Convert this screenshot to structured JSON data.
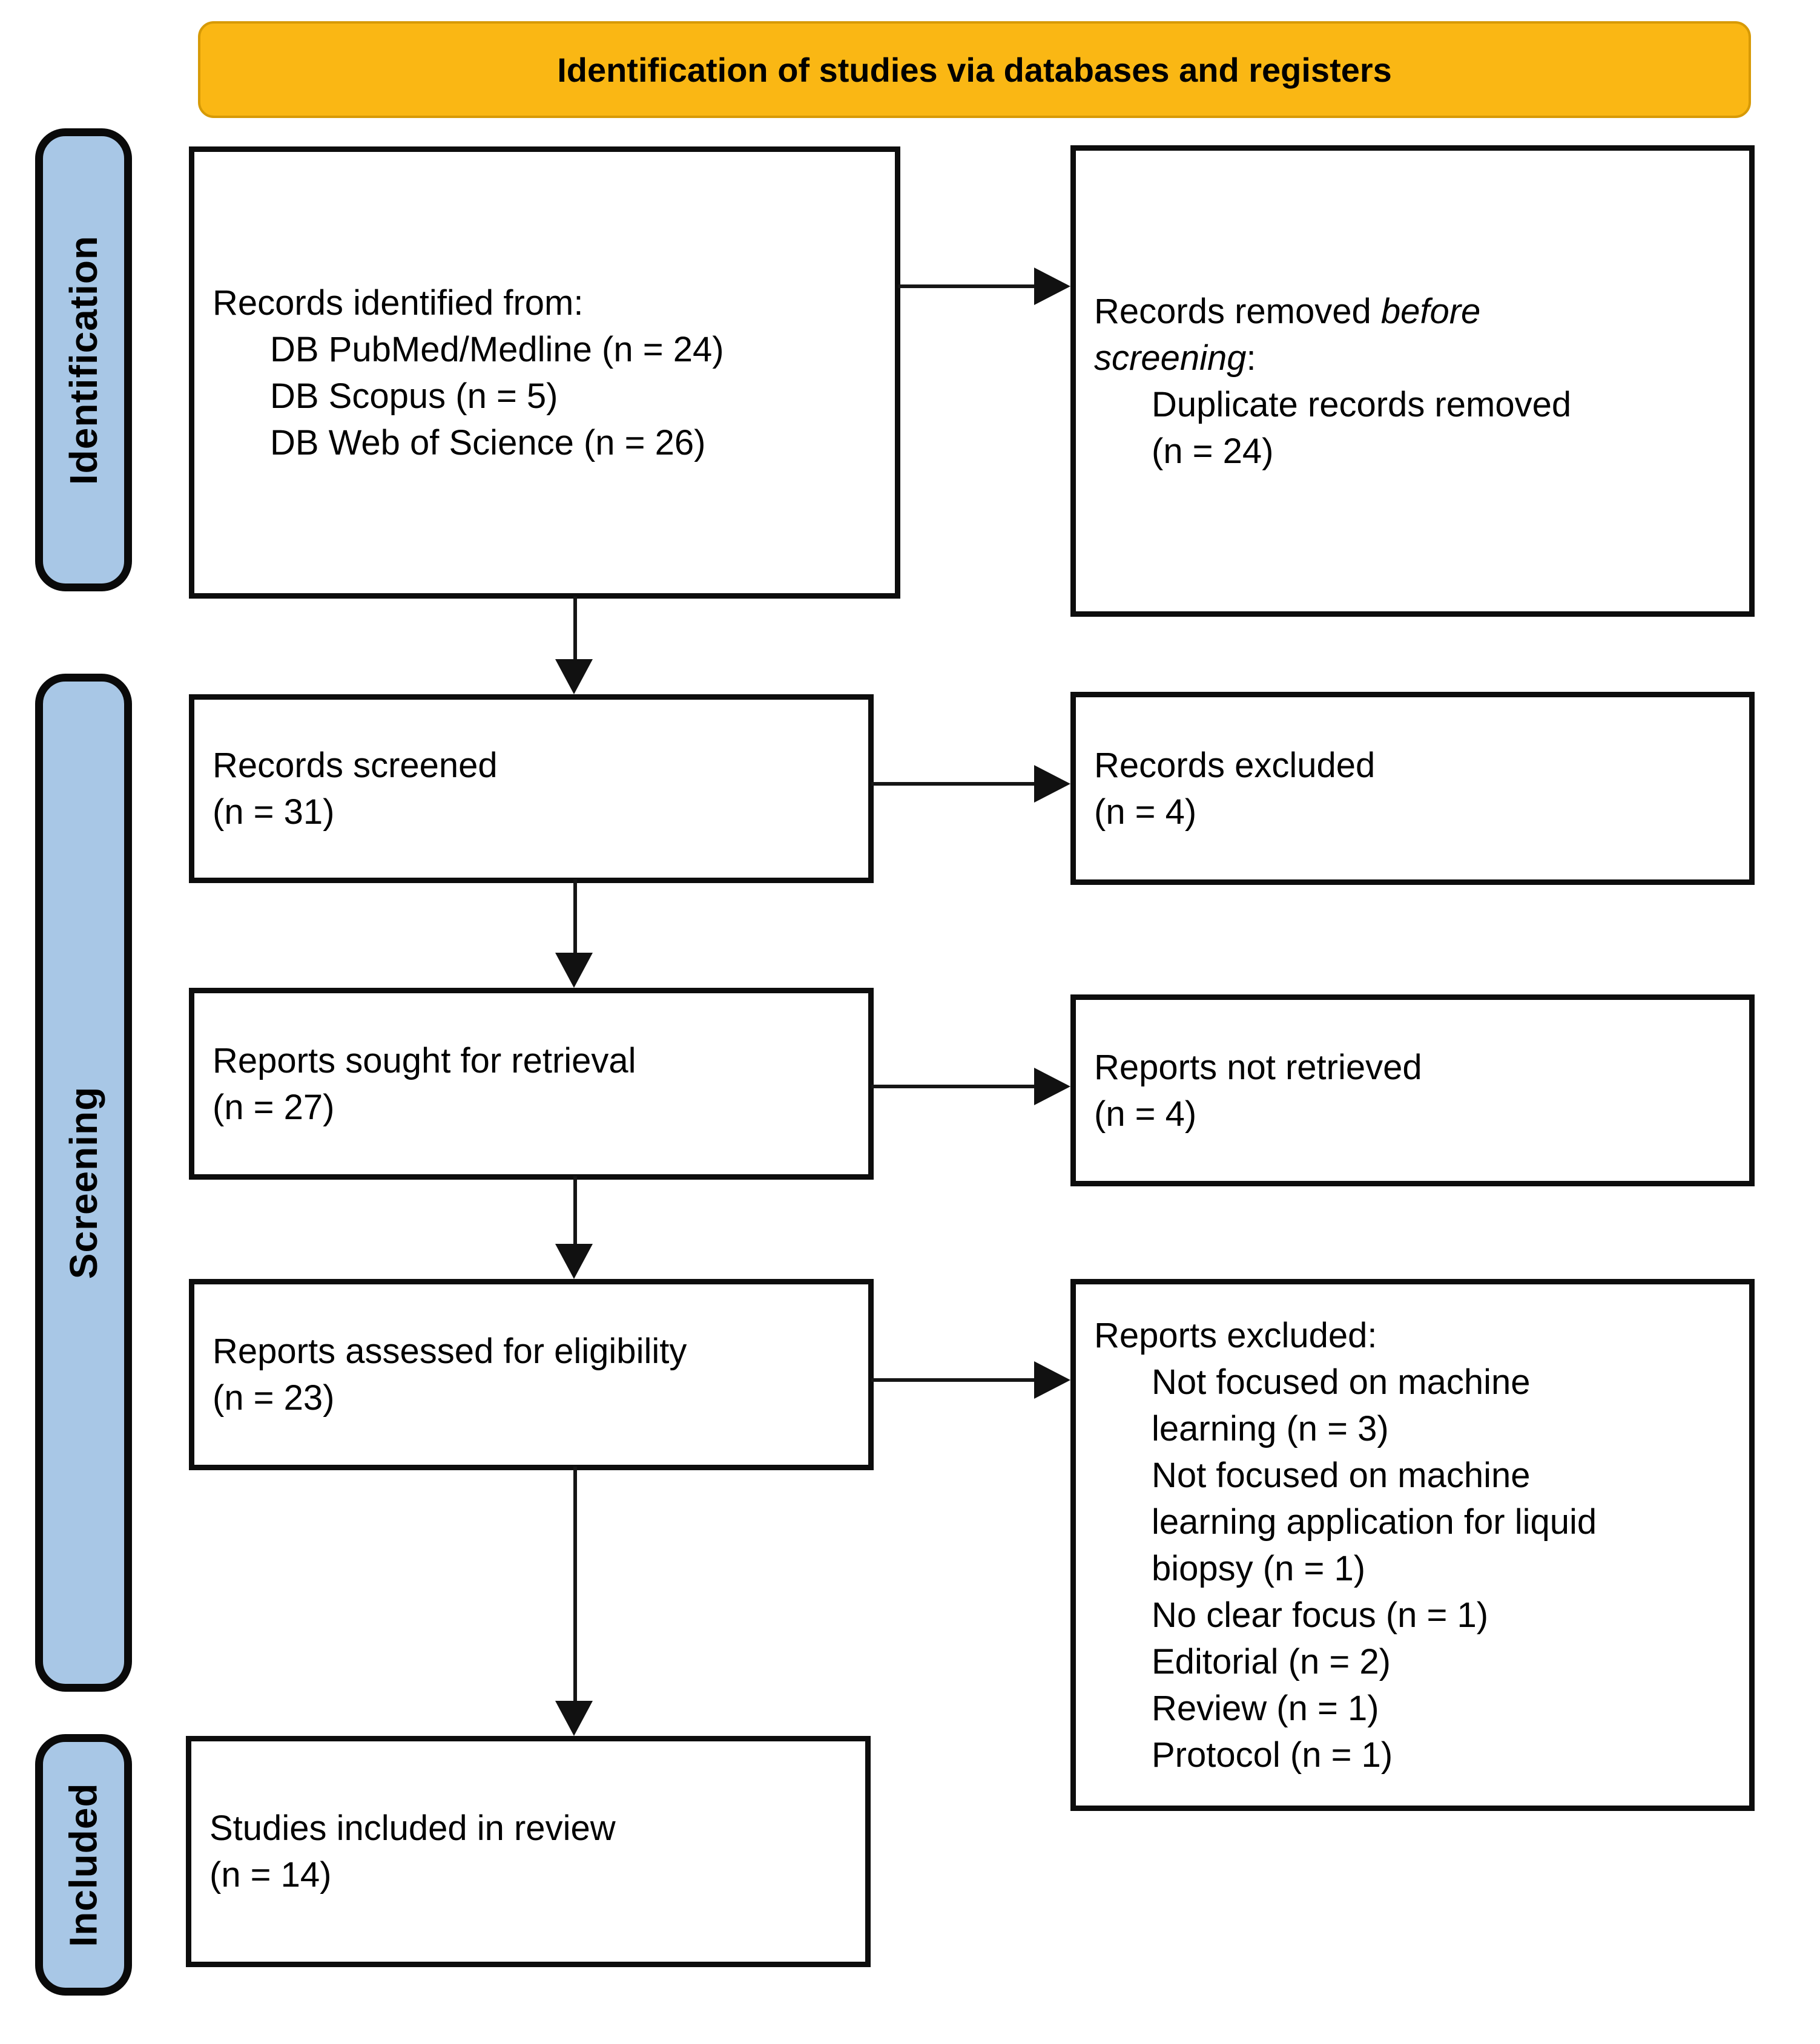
{
  "banner": {
    "label": "Identification of studies via databases and registers",
    "bg": "#FAB714"
  },
  "sidebar": {
    "bg": "#A8C7E6",
    "stages": [
      {
        "label": "Identification"
      },
      {
        "label": "Screening"
      },
      {
        "label": "Included"
      }
    ]
  },
  "flow": {
    "records_identified": {
      "lines": [
        {
          "ind": 0,
          "parts": [
            {
              "t": "Records identified from:"
            }
          ]
        },
        {
          "ind": 1,
          "parts": [
            {
              "t": "DB PubMed/Medline (n = 24)"
            }
          ]
        },
        {
          "ind": 1,
          "parts": [
            {
              "t": "DB Scopus (n = 5)"
            }
          ]
        },
        {
          "ind": 1,
          "parts": [
            {
              "t": "DB Web of Science (n = 26)"
            }
          ]
        }
      ]
    },
    "records_removed": {
      "lines": [
        {
          "ind": 0,
          "parts": [
            {
              "t": "Records removed "
            },
            {
              "t": "before",
              "i": 1
            }
          ]
        },
        {
          "ind": 0,
          "parts": [
            {
              "t": "screening",
              "i": 1
            },
            {
              "t": ":"
            }
          ]
        },
        {
          "ind": 1,
          "parts": [
            {
              "t": "Duplicate records removed"
            }
          ]
        },
        {
          "ind": 1,
          "parts": [
            {
              "t": "(n = 24)"
            }
          ]
        }
      ]
    },
    "records_screened": {
      "lines": [
        {
          "ind": 0,
          "parts": [
            {
              "t": "Records screened"
            }
          ]
        },
        {
          "ind": 0,
          "parts": [
            {
              "t": "(n = 31)"
            }
          ]
        }
      ]
    },
    "records_excluded": {
      "lines": [
        {
          "ind": 0,
          "parts": [
            {
              "t": "Records excluded"
            }
          ]
        },
        {
          "ind": 0,
          "parts": [
            {
              "t": "(n = 4)"
            }
          ]
        }
      ]
    },
    "reports_sought": {
      "lines": [
        {
          "ind": 0,
          "parts": [
            {
              "t": "Reports sought for retrieval"
            }
          ]
        },
        {
          "ind": 0,
          "parts": [
            {
              "t": "(n = 27)"
            }
          ]
        }
      ]
    },
    "reports_not_retrieved": {
      "lines": [
        {
          "ind": 0,
          "parts": [
            {
              "t": "Reports not retrieved"
            }
          ]
        },
        {
          "ind": 0,
          "parts": [
            {
              "t": "(n = 4)"
            }
          ]
        }
      ]
    },
    "reports_assessed": {
      "lines": [
        {
          "ind": 0,
          "parts": [
            {
              "t": "Reports assessed for eligibility"
            }
          ]
        },
        {
          "ind": 0,
          "parts": [
            {
              "t": "(n = 23)"
            }
          ]
        }
      ]
    },
    "reports_excluded": {
      "lines": [
        {
          "ind": 0,
          "parts": [
            {
              "t": "Reports excluded:"
            }
          ]
        },
        {
          "ind": 1,
          "parts": [
            {
              "t": "Not focused on machine"
            }
          ]
        },
        {
          "ind": 1,
          "parts": [
            {
              "t": "learning (n = 3)"
            }
          ]
        },
        {
          "ind": 1,
          "parts": [
            {
              "t": "Not focused on machine"
            }
          ]
        },
        {
          "ind": 1,
          "parts": [
            {
              "t": "learning application for liquid"
            }
          ]
        },
        {
          "ind": 1,
          "parts": [
            {
              "t": "biopsy (n = 1)"
            }
          ]
        },
        {
          "ind": 1,
          "parts": [
            {
              "t": "No clear focus (n = 1)"
            }
          ]
        },
        {
          "ind": 1,
          "parts": [
            {
              "t": "Editorial (n = 2)"
            }
          ]
        },
        {
          "ind": 1,
          "parts": [
            {
              "t": "Review (n = 1)"
            }
          ]
        },
        {
          "ind": 1,
          "parts": [
            {
              "t": "Protocol (n = 1)"
            }
          ]
        }
      ]
    },
    "studies_included": {
      "lines": [
        {
          "ind": 0,
          "parts": [
            {
              "t": "Studies included in review"
            }
          ]
        },
        {
          "ind": 0,
          "parts": [
            {
              "t": "(n = 14)"
            }
          ]
        }
      ]
    }
  }
}
